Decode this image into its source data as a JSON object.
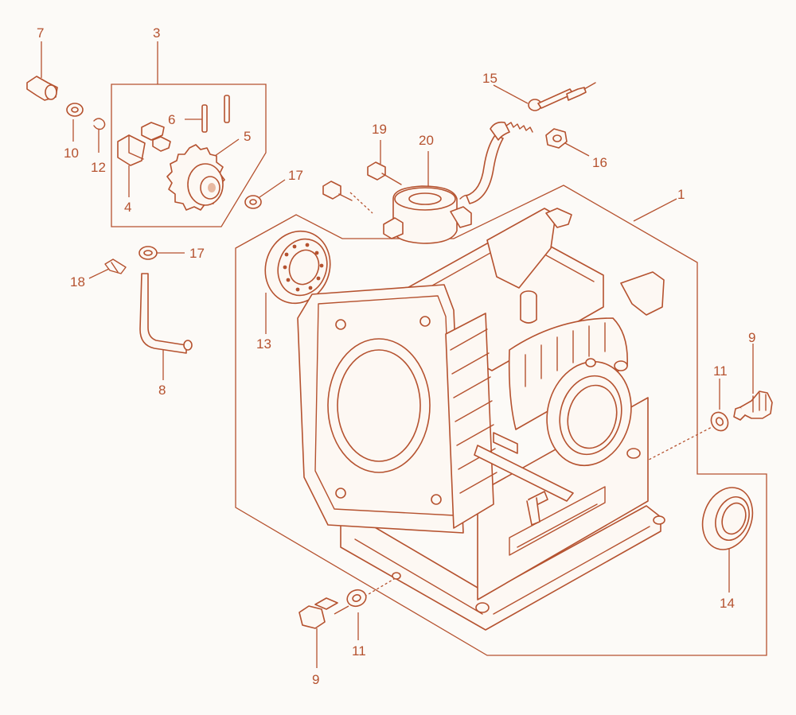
{
  "diagram": {
    "labels": {
      "l1": "1",
      "l3": "3",
      "l4": "4",
      "l5": "5",
      "l6": "6",
      "l7": "7",
      "l8": "8",
      "l9a": "9",
      "l9b": "9",
      "l10": "10",
      "l11a": "11",
      "l11b": "11",
      "l12": "12",
      "l13": "13",
      "l14": "14",
      "l15": "15",
      "l16": "16",
      "l17a": "17",
      "l17b": "17",
      "l18": "18",
      "l19": "19",
      "l20": "20"
    },
    "colors": {
      "line": "#b5522f",
      "background": "#fcfaf7",
      "shade": "#e7b8a0"
    }
  }
}
